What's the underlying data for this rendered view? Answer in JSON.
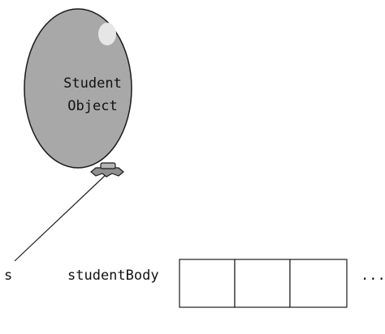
{
  "balloon": {
    "line1": "Student",
    "line2": "Object",
    "fill": "#a8a8a8",
    "stroke": "#1a1a1a",
    "highlight": "#e6e6e6",
    "knot": "#8f8f8f"
  },
  "labels": {
    "reference_var": "s",
    "array_var": "studentBody",
    "ellipsis": "..."
  },
  "array": {
    "cell_count": 3
  }
}
